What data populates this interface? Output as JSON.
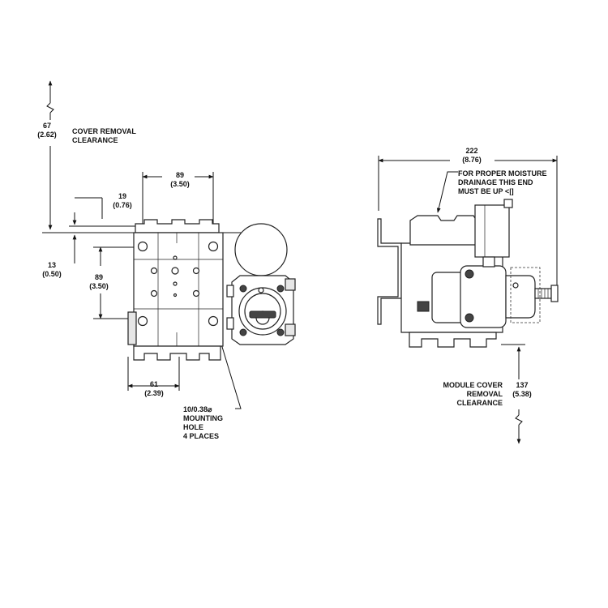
{
  "front_view": {
    "cover_removal": {
      "mm": "67",
      "in": "(2.62)",
      "label_line1": "COVER REMOVAL",
      "label_line2": "CLEARANCE"
    },
    "top_offset": {
      "mm": "19",
      "in": "(0.76)"
    },
    "hole_spacing_h": {
      "mm": "89",
      "in": "(3.50)"
    },
    "left_offset": {
      "mm": "13",
      "in": "(0.50)"
    },
    "hole_spacing_v": {
      "mm": "89",
      "in": "(3.50)"
    },
    "bottom_width": {
      "mm": "61",
      "in": "(2.39)"
    },
    "mounting_hole": {
      "line1": "10/0.38⌀",
      "line2": "MOUNTING",
      "line3": "HOLE",
      "line4": "4 PLACES"
    }
  },
  "side_view": {
    "overall_width": {
      "mm": "222",
      "in": "(8.76)"
    },
    "moisture_note": {
      "line1": "FOR PROPER MOISTURE",
      "line2": "DRAINAGE THIS END",
      "line3": "MUST BE UP"
    },
    "module_cover": {
      "line1": "MODULE COVER",
      "line2": "REMOVAL",
      "line3": "CLEARANCE",
      "mm": "137",
      "in": "(5.38)"
    }
  }
}
